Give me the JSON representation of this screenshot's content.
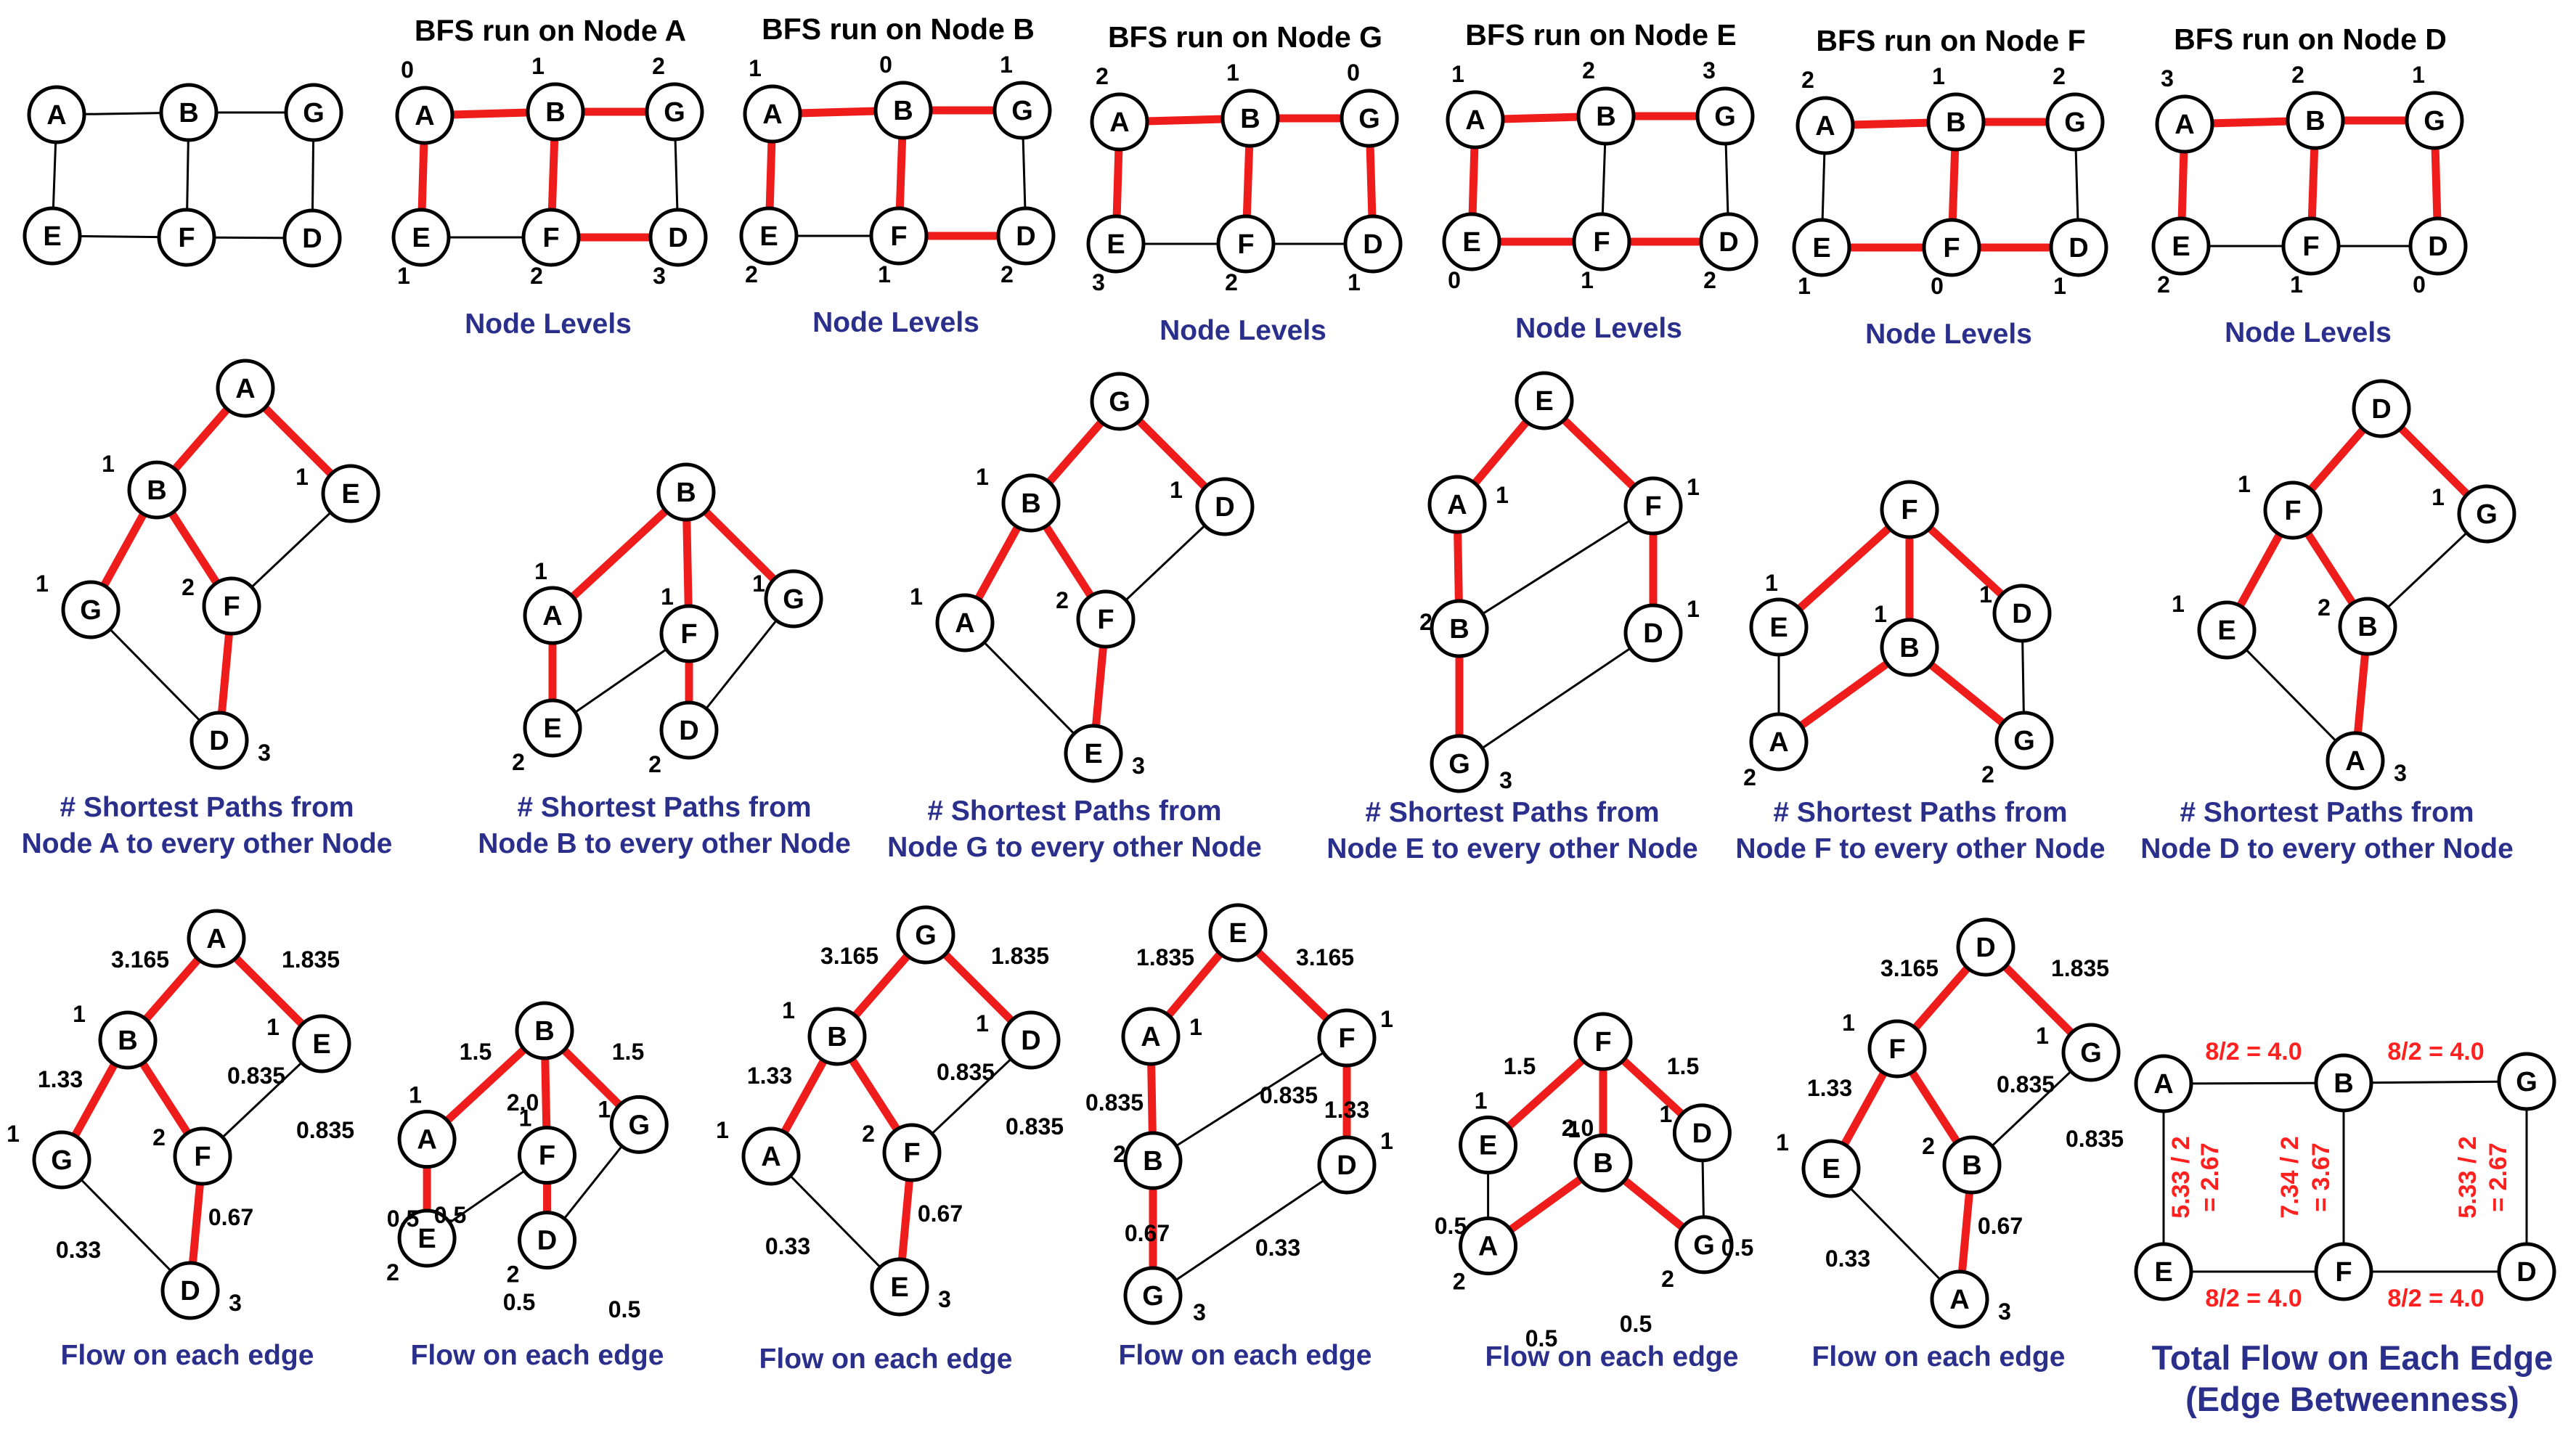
{
  "colors": {
    "highlight": "#ef1c1c",
    "caption": "#2b2f8c",
    "total": "#ff2020",
    "node": "#000000"
  },
  "original": {
    "nodes": [
      "A",
      "B",
      "G",
      "E",
      "F",
      "D"
    ]
  },
  "bfs_panels": [
    {
      "title": "BFS run on Node A",
      "caption": "Node Levels",
      "levels": {
        "A": "0",
        "B": "1",
        "G": "2",
        "E": "1",
        "F": "2",
        "D": "3"
      }
    },
    {
      "title": "BFS run on Node B",
      "caption": "Node Levels",
      "levels": {
        "A": "1",
        "B": "0",
        "G": "1",
        "E": "2",
        "F": "1",
        "D": "2"
      }
    },
    {
      "title": "BFS run on Node G",
      "caption": "Node Levels",
      "levels": {
        "A": "2",
        "B": "1",
        "G": "0",
        "E": "3",
        "F": "2",
        "D": "1"
      }
    },
    {
      "title": "BFS run on Node E",
      "caption": "Node Levels",
      "levels": {
        "A": "1",
        "B": "2",
        "G": "3",
        "E": "0",
        "F": "1",
        "D": "2"
      }
    },
    {
      "title": "BFS run on Node F",
      "caption": "Node Levels",
      "levels": {
        "A": "2",
        "B": "1",
        "G": "2",
        "E": "1",
        "F": "0",
        "D": "1"
      }
    },
    {
      "title": "BFS run on Node D",
      "caption": "Node Levels",
      "levels": {
        "A": "3",
        "B": "2",
        "G": "1",
        "E": "2",
        "F": "1",
        "D": "0"
      }
    }
  ],
  "path_trees": [
    {
      "caption_line1": "# Shortest Paths from",
      "caption_line2": "Node A to every other Node",
      "counts": [
        "1",
        "1",
        "1",
        "2",
        "3"
      ]
    },
    {
      "caption_line1": "# Shortest Paths from",
      "caption_line2": "Node B to every other Node",
      "counts": [
        "1",
        "1",
        "1",
        "2",
        "2"
      ]
    },
    {
      "caption_line1": "# Shortest Paths from",
      "caption_line2": "Node G to every other Node",
      "counts": [
        "1",
        "1",
        "1",
        "2",
        "3"
      ]
    },
    {
      "caption_line1": "# Shortest Paths from",
      "caption_line2": "Node E to every other Node",
      "counts": [
        "1",
        "1",
        "2",
        "1",
        "3"
      ]
    },
    {
      "caption_line1": "# Shortest Paths from",
      "caption_line2": "Node F to every other Node",
      "counts": [
        "1",
        "1",
        "1",
        "2",
        "2"
      ]
    },
    {
      "caption_line1": "# Shortest Paths from",
      "caption_line2": "Node D to every other Node",
      "counts": [
        "1",
        "1",
        "1",
        "2",
        "3"
      ]
    }
  ],
  "flow_trees": [
    {
      "caption": "Flow on each edge",
      "flows": [
        "3.165",
        "1.835",
        "1.33",
        "0.835",
        "0.835",
        "0.67",
        "0.33"
      ],
      "counts": [
        "1",
        "1",
        "1",
        "2",
        "3"
      ]
    },
    {
      "caption": "Flow on each edge",
      "flows": [
        "1.5",
        "2.0",
        "1.5",
        "0.5",
        "0.5",
        "0.5",
        "0.5"
      ],
      "counts": [
        "1",
        "1",
        "1",
        "2",
        "2"
      ]
    },
    {
      "caption": "Flow on each edge",
      "flows": [
        "3.165",
        "1.835",
        "1.33",
        "0.835",
        "0.835",
        "0.33",
        "0.67"
      ],
      "counts": [
        "1",
        "1",
        "1",
        "2",
        "3"
      ]
    },
    {
      "caption": "Flow on each edge",
      "flows": [
        "1.835",
        "3.165",
        "0.835",
        "0.835",
        "1.33",
        "0.67",
        "0.33"
      ],
      "counts": [
        "1",
        "1",
        "2",
        "1",
        "3"
      ]
    },
    {
      "caption": "Flow on each edge",
      "flows": [
        "1.5",
        "2.0",
        "1.5",
        "0.5",
        "0.5",
        "0.5",
        "0.5"
      ],
      "counts": [
        "1",
        "1",
        "1",
        "2",
        "2"
      ]
    },
    {
      "caption": "Flow on each edge",
      "flows": [
        "3.165",
        "1.835",
        "1.33",
        "0.835",
        "0.835",
        "0.33",
        "0.67"
      ],
      "counts": [
        "1",
        "1",
        "1",
        "2",
        "3"
      ]
    }
  ],
  "total": {
    "caption_line1": "Total Flow on Each Edge",
    "caption_line2": "(Edge Betweenness)",
    "ab": "8/2 = 4.0",
    "bg": "8/2 = 4.0",
    "ef": "8/2 = 4.0",
    "fd": "8/2 = 4.0",
    "ae_1": "5.33 / 2",
    "ae_2": "= 2.67",
    "bf_1": "7.34 / 2",
    "bf_2": "= 3.67",
    "gd_1": "5.33 / 2",
    "gd_2": "= 2.67"
  }
}
